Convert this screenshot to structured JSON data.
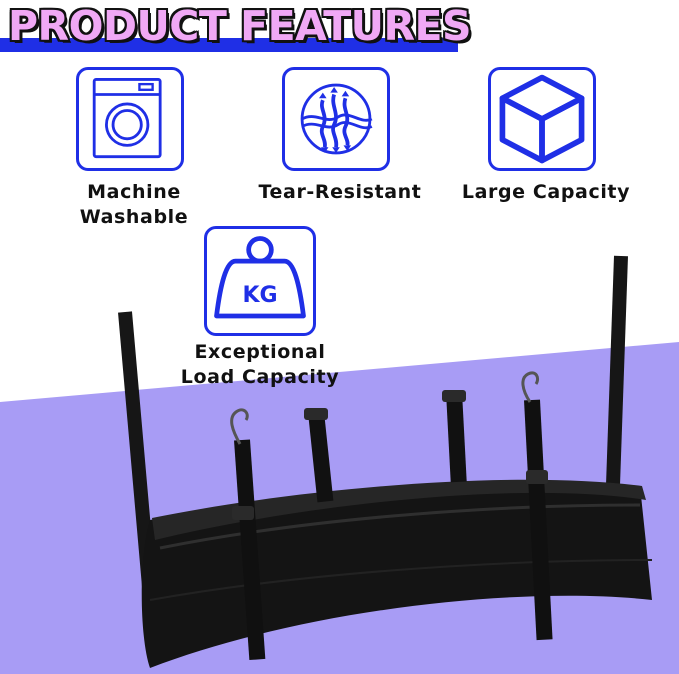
{
  "header": {
    "title": "PRODUCT FEATURES"
  },
  "features": [
    {
      "icon": "washing-machine-icon",
      "label_line1": "Machine",
      "label_line2": "Washable"
    },
    {
      "icon": "tear-resistant-icon",
      "label_line1": "Tear-Resistant"
    },
    {
      "icon": "cube-icon",
      "label_line1": "Large Capacity"
    },
    {
      "icon": "kg-weight-icon",
      "icon_text": "KG",
      "label_line1": "Exceptional",
      "label_line2": "Load Capacity"
    }
  ],
  "colors": {
    "accent_blue": "#1f2fe6",
    "title_pink": "#f0a8f5",
    "lavender_panel": "#a89cf5",
    "bag_black": "#141414"
  }
}
